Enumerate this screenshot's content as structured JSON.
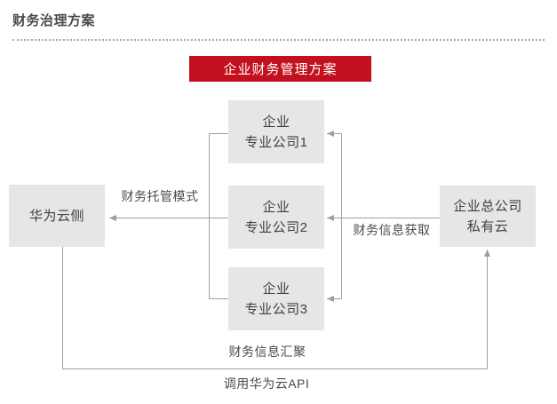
{
  "page": {
    "title": "财务治理方案"
  },
  "banner": {
    "label": "企业财务管理方案"
  },
  "nodes": {
    "huawei_cloud": {
      "label": "华为云侧"
    },
    "company1": {
      "line1": "企业",
      "line2": "专业公司1"
    },
    "company2": {
      "line1": "企业",
      "line2": "专业公司2"
    },
    "company3": {
      "line1": "企业",
      "line2": "专业公司3"
    },
    "hq_private_cloud": {
      "line1": "企业总公司",
      "line2": "私有云"
    }
  },
  "edges": {
    "hosting_mode_label": "财务托管模式",
    "info_fetch_label": "财务信息获取",
    "info_aggregate_label": "财务信息汇聚",
    "api_call_label": "调用华为云API"
  },
  "colors": {
    "accent_red": "#c3101e",
    "box_bg": "#e6e6e6",
    "line": "#9e9e9e",
    "text": "#404040"
  }
}
